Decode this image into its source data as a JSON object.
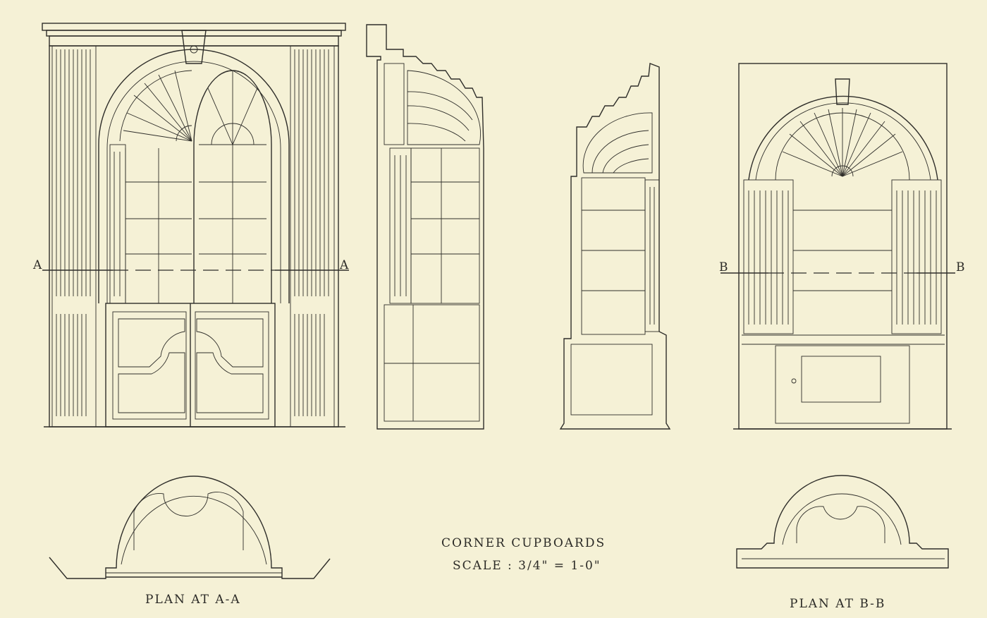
{
  "title": "CORNER CUPBOARDS",
  "scale": "SCALE : 3/4\" = 1-0\"",
  "section_a": {
    "left_mark": "A",
    "right_mark": "A"
  },
  "section_b": {
    "left_mark": "B",
    "right_mark": "B"
  },
  "plan_a_label": "PLAN AT A-A",
  "plan_b_label": "PLAN AT B-B",
  "colors": {
    "paper": "#f5f1d6",
    "ink": "#2f2e2a"
  }
}
